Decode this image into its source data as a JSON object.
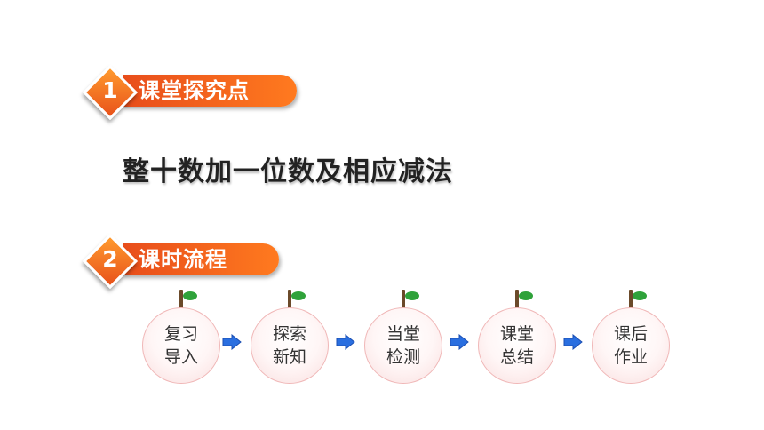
{
  "sections": [
    {
      "number": "1",
      "title": "课堂探究点"
    },
    {
      "number": "2",
      "title": "课时流程"
    }
  ],
  "topic": "整十数加一位数及相应减法",
  "flow": [
    {
      "line1": "复习",
      "line2": "导入"
    },
    {
      "line1": "探索",
      "line2": "新知"
    },
    {
      "line1": "当堂",
      "line2": "检测"
    },
    {
      "line1": "课堂",
      "line2": "总结"
    },
    {
      "line1": "课后",
      "line2": "作业"
    }
  ],
  "colors": {
    "accent": "#ef6a1c",
    "arrow": "#2a6fe0",
    "leaf": "#2fa23a",
    "stem": "#6b4a2a"
  },
  "icons": {
    "flow_arrow": "right-arrow-icon",
    "stem": "stem-icon",
    "leaf": "leaf-icon"
  }
}
